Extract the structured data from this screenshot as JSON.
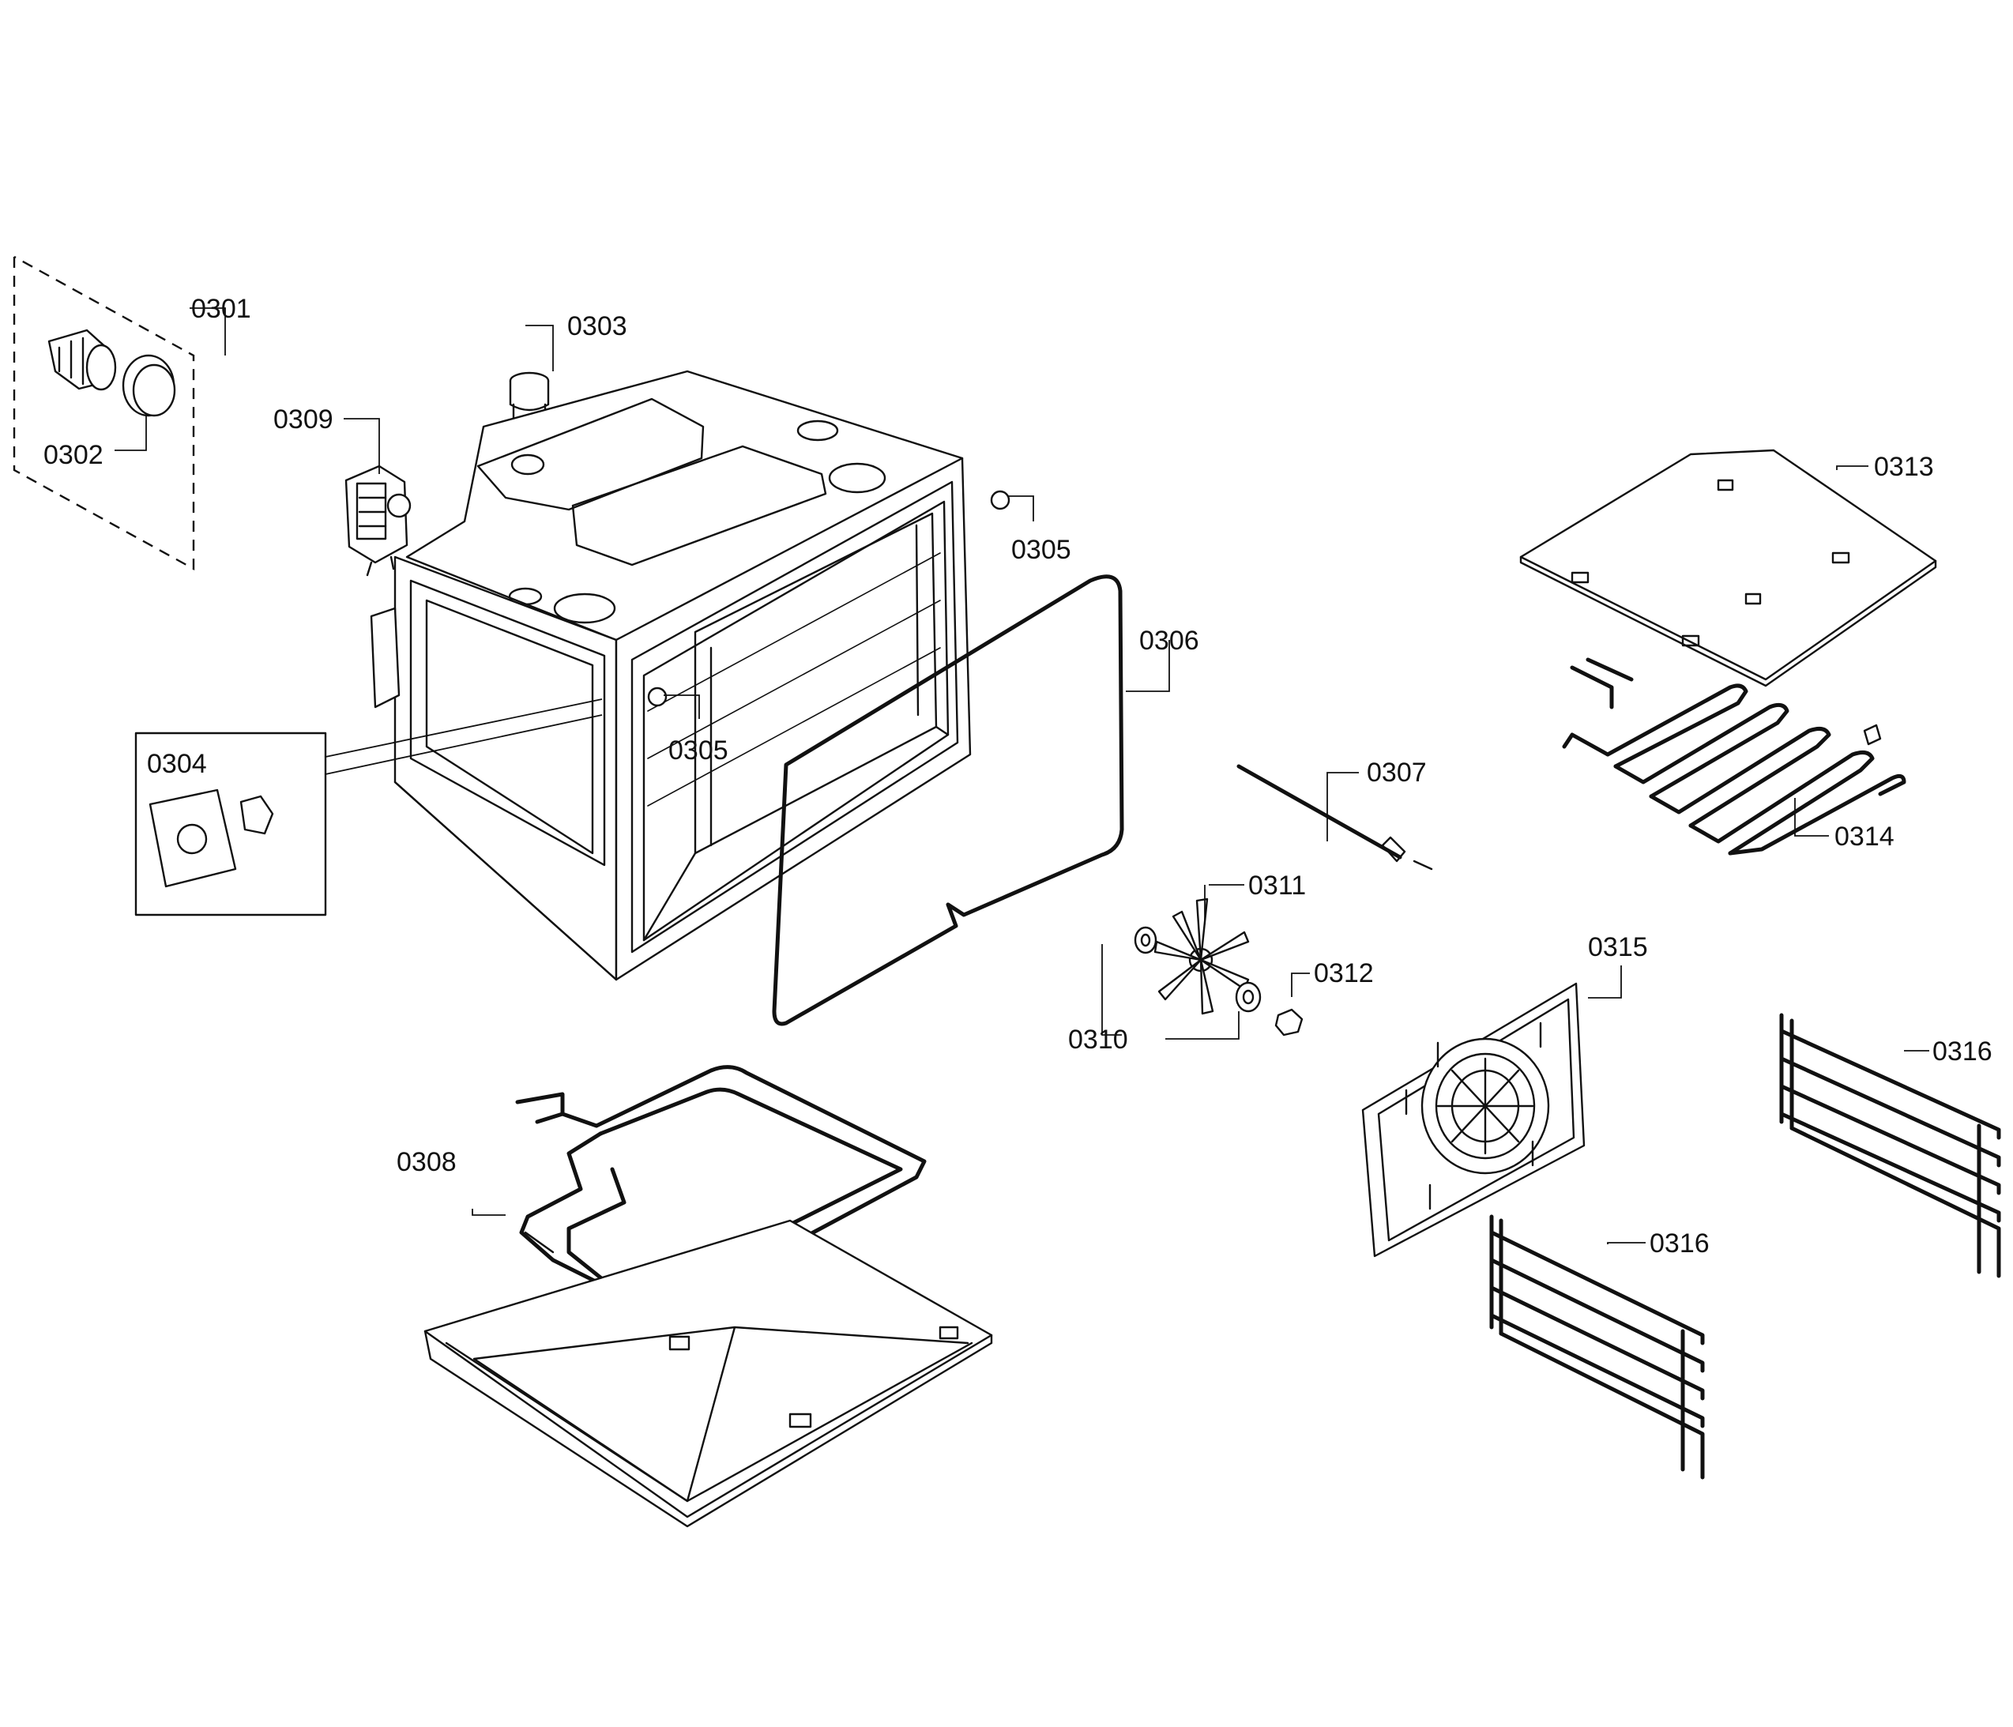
{
  "callouts": {
    "c0301": "0301",
    "c0302": "0302",
    "c0303": "0303",
    "c0304": "0304",
    "c0305a": "0305",
    "c0305b": "0305",
    "c0306": "0306",
    "c0307": "0307",
    "c0308": "0308",
    "c0309": "0309",
    "c0310": "0310",
    "c0311": "0311",
    "c0312": "0312",
    "c0313": "0313",
    "c0314": "0314",
    "c0315": "0315",
    "c0316a": "0316",
    "c0316b": "0316"
  }
}
